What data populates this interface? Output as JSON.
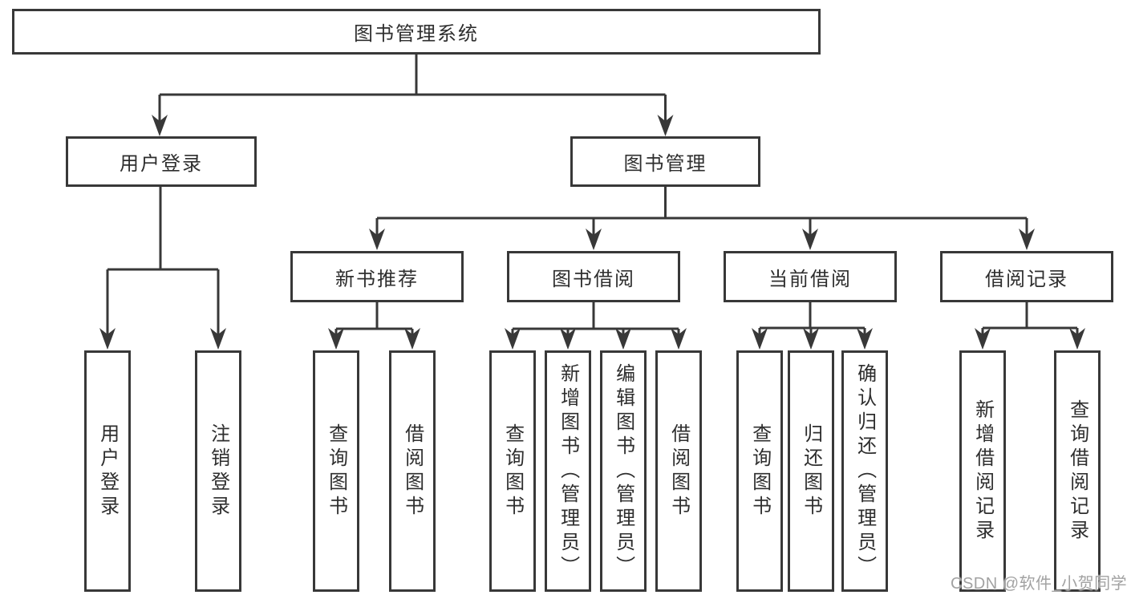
{
  "diagram": {
    "type": "hierarchy-tree",
    "nodes": {
      "root": "图书管理系统",
      "level2": [
        "用户登录",
        "图书管理"
      ],
      "level3": [
        "新书推荐",
        "图书借阅",
        "当前借阅",
        "借阅记录"
      ],
      "leaves_user": [
        "用户登录",
        "注销登录"
      ],
      "leaves_new_book": [
        "查询图书",
        "借阅图书"
      ],
      "leaves_borrow": [
        "查询图书",
        "新增图书（管理员）",
        "编辑图书（管理员）",
        "借阅图书"
      ],
      "leaves_current": [
        "查询图书",
        "归还图书",
        "确认归还（管理员）"
      ],
      "leaves_record": [
        "新增借阅记录",
        "查询借阅记录"
      ]
    },
    "watermark": "CSDN @软件_小贺同学",
    "colors": {
      "line": "#383838",
      "text": "#2e2e2e",
      "watermark": "#a2a2a2",
      "background": "#ffffff"
    }
  }
}
